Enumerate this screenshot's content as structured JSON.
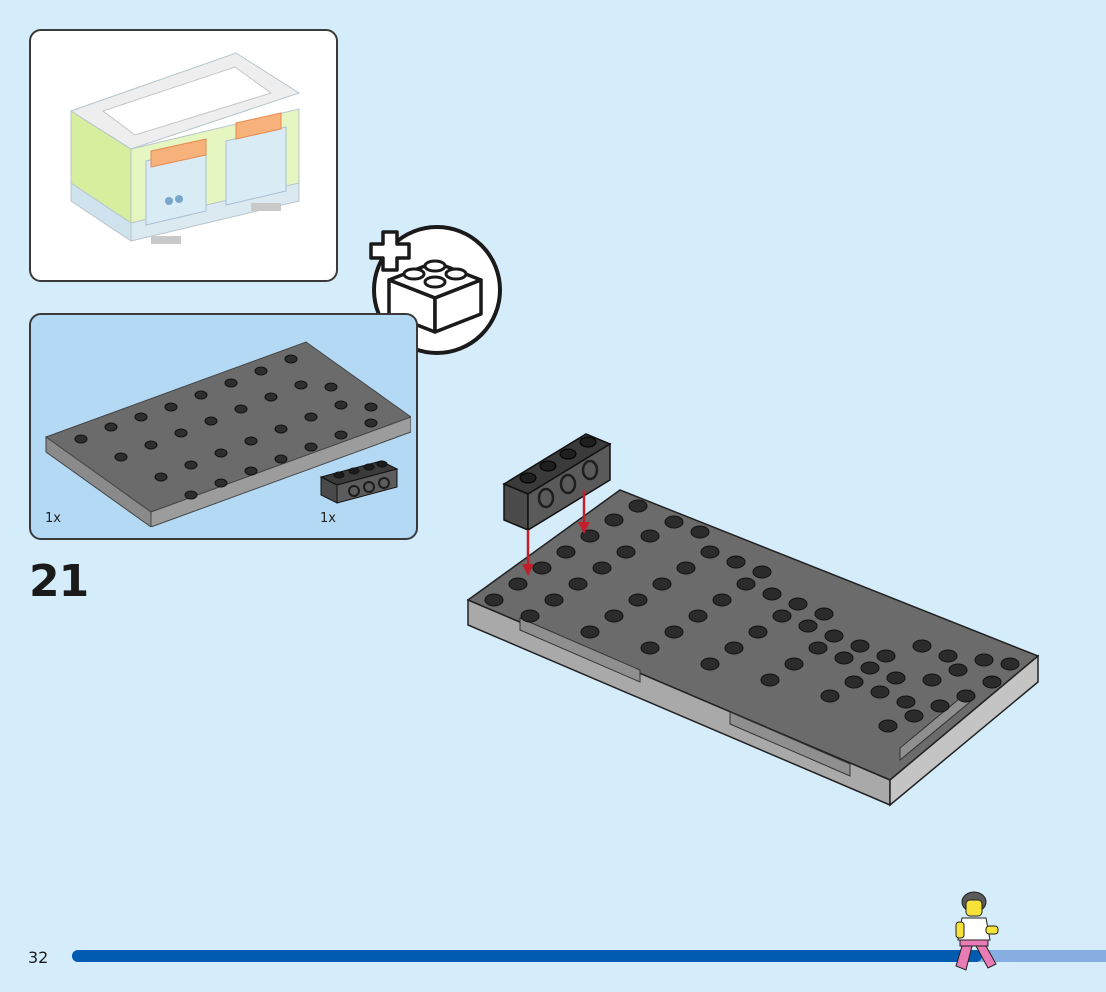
{
  "step": {
    "number": "21"
  },
  "page": {
    "number": "32"
  },
  "progress": {
    "fraction": 0.88
  },
  "parts": [
    {
      "name": "dark-grey-baseplate",
      "quantity": "1x",
      "color": "#6b6b6b"
    },
    {
      "name": "dark-grey-technic-brick-1x4-with-holes",
      "quantity": "1x",
      "color": "#4a4a4a"
    }
  ],
  "icons": {
    "add_badge": "plus-brick-icon",
    "minifigure": "walking-minifigure-icon"
  },
  "colors": {
    "background": "#d5ecfb",
    "parts_panel": "#b3d9f5",
    "progress_fill": "#005bb1",
    "progress_track": "#86aee0",
    "arrow": "#c0202c"
  }
}
